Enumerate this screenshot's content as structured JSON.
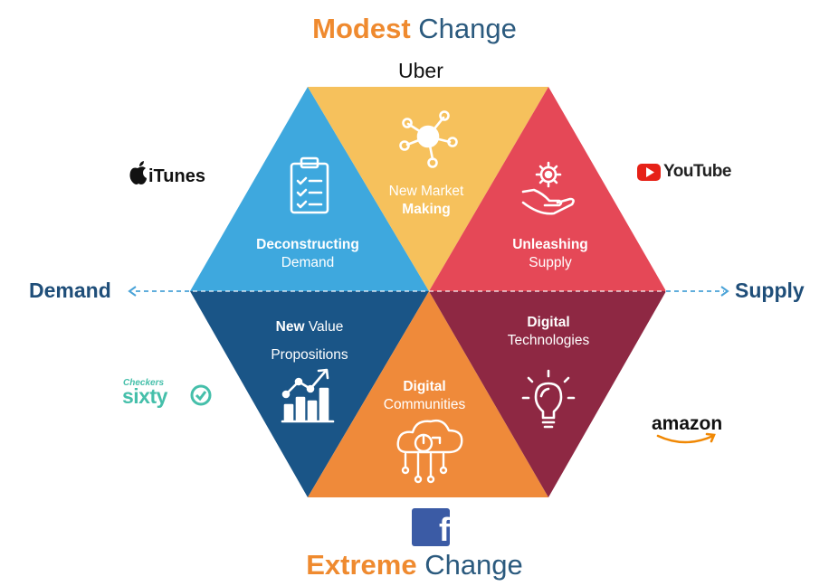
{
  "titles": {
    "top": {
      "accent": "Modest",
      "rest": "Change"
    },
    "bottom": {
      "accent": "Extreme",
      "rest": "Change"
    }
  },
  "axis": {
    "left": "Demand",
    "right": "Supply"
  },
  "segments": {
    "deconstructing": {
      "bold": "Deconstructing",
      "normal": "Demand",
      "color": "#3ea8de",
      "icon": "clipboard-check-icon"
    },
    "new_market": {
      "line1": "New Market",
      "bold": "Making",
      "color": "#f6c15c",
      "icon": "network-nodes-icon"
    },
    "unleashing": {
      "bold": "Unleashing",
      "normal": "Supply",
      "color": "#e54857",
      "icon": "hand-gear-icon"
    },
    "new_value": {
      "bold": "New",
      "normal": "Value",
      "line2": "Propositions",
      "color": "#1a5587",
      "icon": "growth-chart-icon"
    },
    "digital_communities": {
      "bold": "Digital",
      "normal": "Communities",
      "color": "#ef8a3a",
      "icon": "cloud-chart-icon"
    },
    "digital_tech": {
      "bold": "Digital",
      "normal": "Technologies",
      "color": "#8e2843",
      "icon": "lightbulb-icon"
    }
  },
  "brands": {
    "uber": "Uber",
    "itunes": "iTunes",
    "youtube": "YouTube",
    "checkers_small": "Checkers",
    "checkers_big": "sixty",
    "amazon": "amazon",
    "facebook": "f"
  },
  "colors": {
    "accent_orange": "#ef8a2f",
    "navy": "#1f4e79",
    "arrow": "#4aa3d8"
  }
}
